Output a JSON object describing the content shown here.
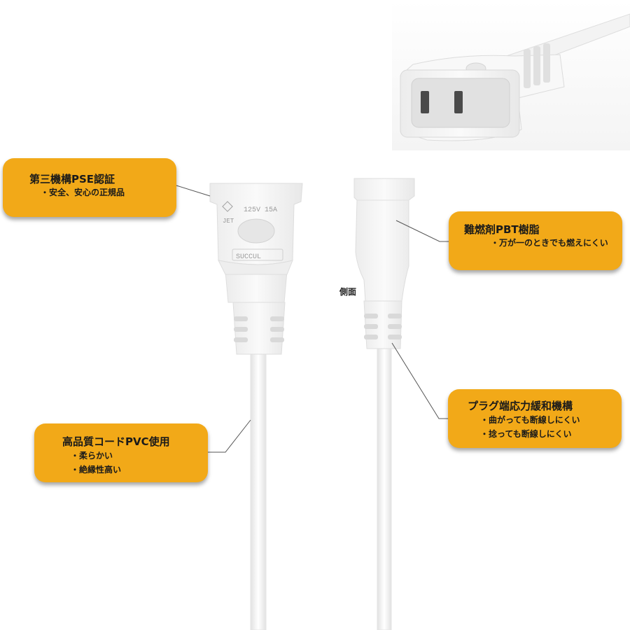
{
  "callouts": {
    "pse": {
      "title": "第三機構PSE認証",
      "bullets": [
        "・安全、安心の正規品"
      ]
    },
    "pbt": {
      "title": "難燃剤PBT樹脂",
      "bullets": [
        "・万が一のときでも燃えにくい"
      ]
    },
    "strain": {
      "title": "プラグ端応力緩和機構",
      "bullets": [
        "・曲がっても断線しにくい",
        "・捻っても断線しにくい"
      ]
    },
    "cord": {
      "title": "高品質コードPVC使用",
      "bullets": [
        "・柔らかい",
        "・絶縁性高い"
      ]
    }
  },
  "side_label": "側面",
  "plug_molding": {
    "rating": "125V 15A",
    "mark": "JET",
    "brand": "SUCCUL"
  },
  "colors": {
    "callout_fill": "#f2a918",
    "plug_white": "#f7f7f7",
    "plug_shade": "#e6e6e6",
    "leader_line": "#555555"
  }
}
